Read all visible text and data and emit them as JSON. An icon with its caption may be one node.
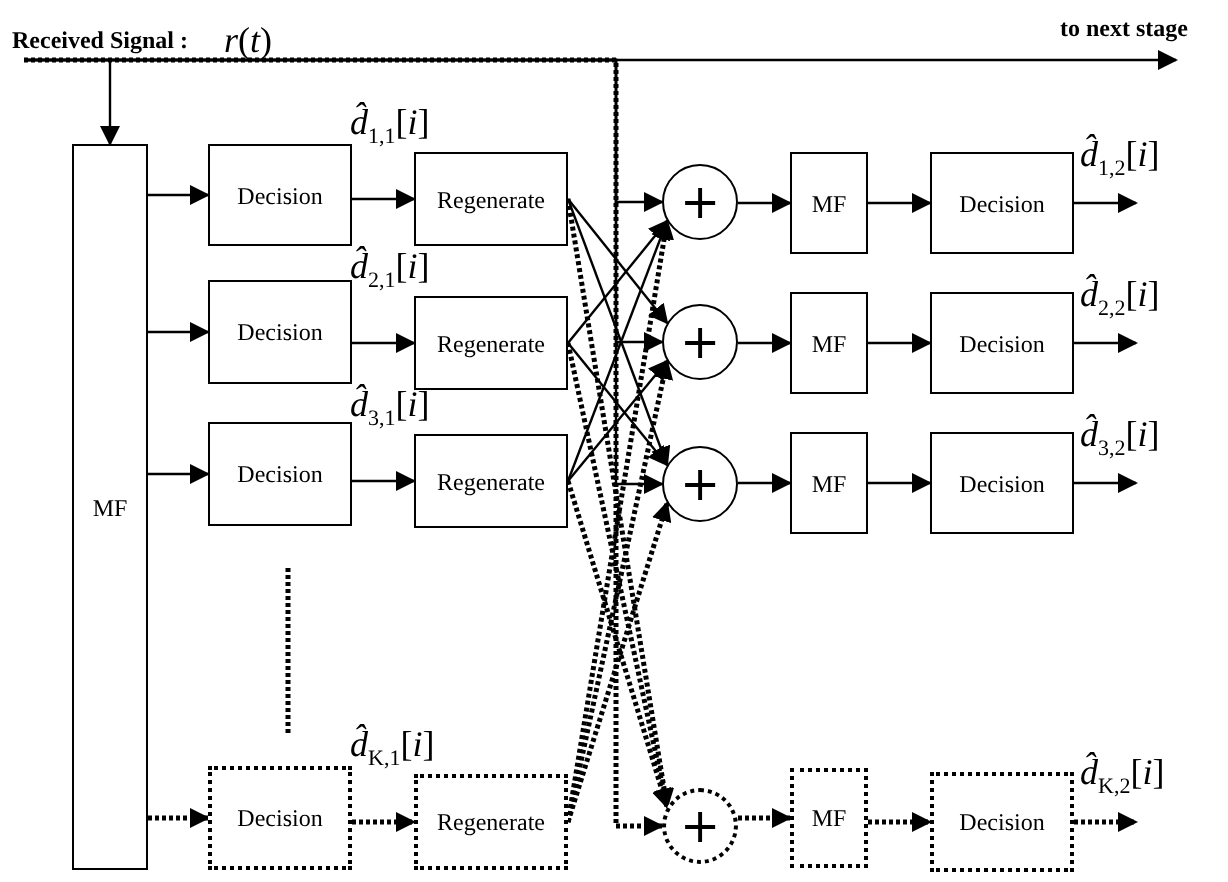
{
  "diagram": {
    "nodes": [
      {
        "text": [
          "Received Signal :",
          "*r*(*t*)"
        ]
      },
      {
        "text": [
          "to next stage"
        ]
      },
      {
        "text": [
          "MF"
        ]
      },
      {
        "text": [
          "Decision"
        ]
      },
      {
        "text": [
          "Regenerate"
        ]
      },
      {
        "text": [
          "Decision"
        ]
      },
      {
        "text": [
          "Regenerate"
        ]
      },
      {
        "text": [
          "Decision"
        ]
      },
      {
        "text": [
          "Regenerate"
        ]
      },
      {
        "text": [
          "Decision"
        ]
      },
      {
        "text": [
          "Regenerate"
        ]
      },
      {
        "text": [
          "+"
        ]
      },
      {
        "text": [
          "MF"
        ]
      },
      {
        "text": [
          "Decision"
        ]
      },
      {
        "text": [
          "+"
        ]
      },
      {
        "text": [
          "MF"
        ]
      },
      {
        "text": [
          "Decision"
        ]
      },
      {
        "text": [
          "+"
        ]
      },
      {
        "text": [
          "MF"
        ]
      },
      {
        "text": [
          "Decision"
        ]
      },
      {
        "text": [
          "+"
        ]
      },
      {
        "text": [
          "MF"
        ]
      },
      {
        "text": [
          "Decision"
        ]
      }
    ],
    "edges": [
      {
        "from": 0,
        "to": 1,
        "arrow": "to"
      },
      {
        "from": 0,
        "to": 2,
        "arrow": "to"
      },
      {
        "from": 2,
        "to": 3,
        "arrow": "to"
      },
      {
        "from": 3,
        "to": 4,
        "arrow": "to",
        "label": "*d̂*$_{1,1}$[*i*]"
      },
      {
        "from": 2,
        "to": 5,
        "arrow": "to"
      },
      {
        "from": 5,
        "to": 6,
        "arrow": "to",
        "label": "*d̂*$_{2,1}$[*i*]"
      },
      {
        "from": 2,
        "to": 7,
        "arrow": "to"
      },
      {
        "from": 7,
        "to": 8,
        "arrow": "to",
        "label": "*d̂*$_{3,1}$[*i*]"
      },
      {
        "from": 2,
        "to": 9,
        "arrow": "to",
        "style": "dashed"
      },
      {
        "from": 9,
        "to": 10,
        "arrow": "to",
        "style": "dashed",
        "label": "*d̂*$_{K,1}$[*i*]"
      },
      {
        "from": 0,
        "to": 11,
        "arrow": "to"
      },
      {
        "from": 0,
        "to": 14,
        "arrow": "to"
      },
      {
        "from": 0,
        "to": 17,
        "arrow": "to"
      },
      {
        "from": 0,
        "to": 20,
        "arrow": "to",
        "style": "dashed"
      },
      {
        "from": 4,
        "to": 14,
        "arrow": "to"
      },
      {
        "from": 4,
        "to": 17,
        "arrow": "to"
      },
      {
        "from": 4,
        "to": 20,
        "arrow": "to",
        "style": "dashed"
      },
      {
        "from": 6,
        "to": 11,
        "arrow": "to"
      },
      {
        "from": 6,
        "to": 17,
        "arrow": "to"
      },
      {
        "from": 6,
        "to": 20,
        "arrow": "to",
        "style": "dashed"
      },
      {
        "from": 8,
        "to": 11,
        "arrow": "to"
      },
      {
        "from": 8,
        "to": 14,
        "arrow": "to"
      },
      {
        "from": 8,
        "to": 20,
        "arrow": "to",
        "style": "dashed"
      },
      {
        "from": 10,
        "to": 11,
        "arrow": "to",
        "style": "dashed"
      },
      {
        "from": 10,
        "to": 14,
        "arrow": "to",
        "style": "dashed"
      },
      {
        "from": 10,
        "to": 17,
        "arrow": "to",
        "style": "dashed"
      },
      {
        "from": 11,
        "to": 12,
        "arrow": "to"
      },
      {
        "from": 12,
        "to": 13,
        "arrow": "to"
      },
      {
        "from": 13,
        "to": null,
        "arrow": "to",
        "label": "*d̂*$_{1,2}$[*i*]"
      },
      {
        "from": 14,
        "to": 15,
        "arrow": "to"
      },
      {
        "from": 15,
        "to": 16,
        "arrow": "to"
      },
      {
        "from": 16,
        "to": null,
        "arrow": "to",
        "label": "*d̂*$_{2,2}$[*i*]"
      },
      {
        "from": 17,
        "to": 18,
        "arrow": "to"
      },
      {
        "from": 18,
        "to": 19,
        "arrow": "to"
      },
      {
        "from": 19,
        "to": null,
        "arrow": "to",
        "label": "*d̂*$_{3,2}$[*i*]"
      },
      {
        "from": 20,
        "to": 21,
        "arrow": "to",
        "style": "dashed"
      },
      {
        "from": 21,
        "to": 22,
        "arrow": "to",
        "style": "dashed"
      },
      {
        "from": 22,
        "to": null,
        "arrow": "to",
        "style": "dashed",
        "label": "*d̂*$_{K,2}$[*i*]"
      }
    ]
  }
}
